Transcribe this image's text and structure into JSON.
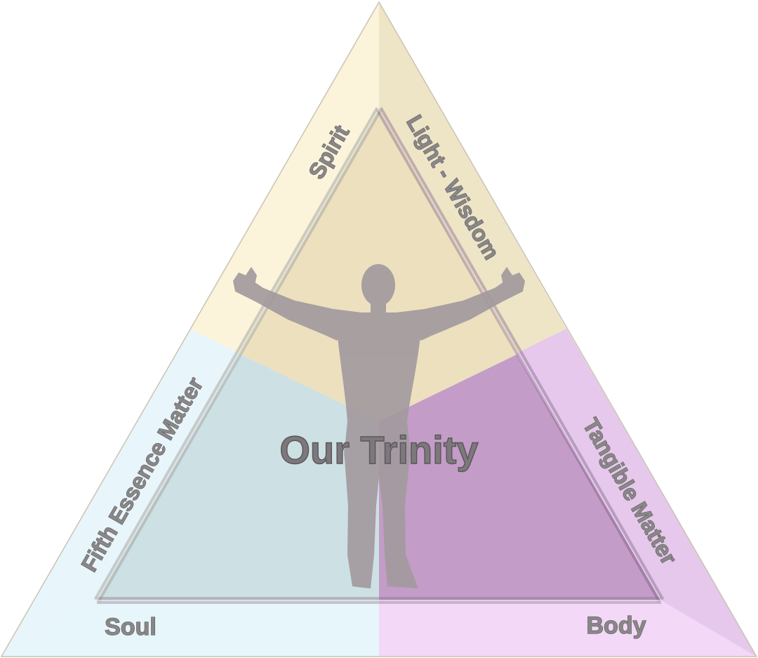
{
  "diagram": {
    "title": "Our Trinity",
    "labels": {
      "spirit": "Spirit",
      "light_wisdom": "Light - Wisdom",
      "fifth_essence": "Fifth Essence Matter",
      "tangible_matter": "Tangible Matter",
      "soul": "Soul",
      "body": "Body"
    },
    "colors": {
      "spirit_outer": "#fbf2d2",
      "spirit_inner": "#ece0bf",
      "soul_outer": "#e3f5fa",
      "soul_inner": "#cde0e4",
      "body_outer": "#f2d3f8",
      "body_inner": "#c39cc7",
      "figure": "#a39a9e",
      "text": "#8a8789"
    }
  }
}
